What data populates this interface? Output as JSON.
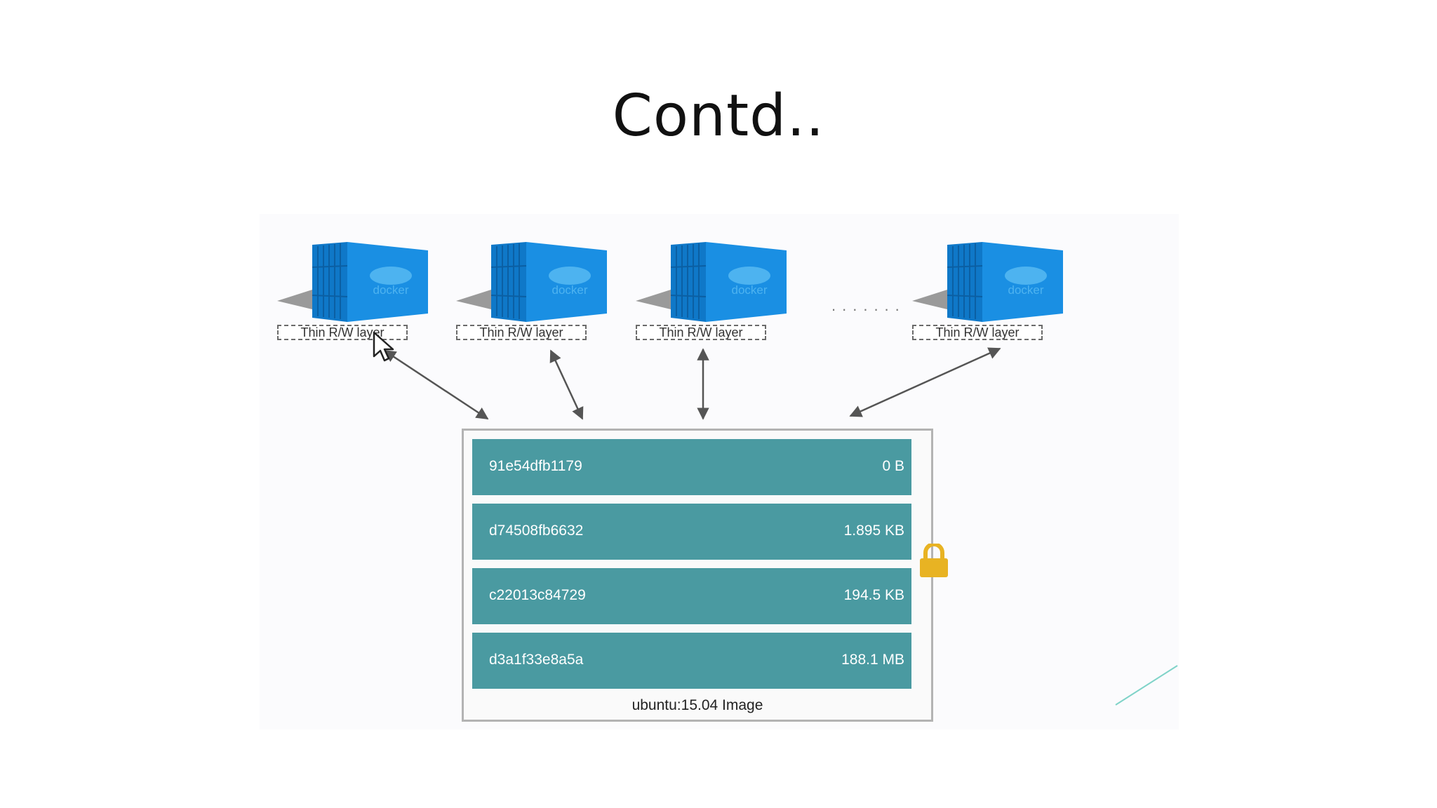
{
  "slide": {
    "title": "Contd.."
  },
  "containers": [
    {
      "logo_text": "docker",
      "label": "Thin R/W layer"
    },
    {
      "logo_text": "docker",
      "label": "Thin R/W layer"
    },
    {
      "logo_text": "docker",
      "label": "Thin R/W layer"
    },
    {
      "logo_text": "docker",
      "label": "Thin R/W layer"
    }
  ],
  "ellipsis": ".......",
  "image": {
    "caption": "ubuntu:15.04 Image",
    "layers": [
      {
        "id": "91e54dfb1179",
        "size": "0 B"
      },
      {
        "id": "d74508fb6632",
        "size": "1.895 KB"
      },
      {
        "id": "c22013c84729",
        "size": "194.5 KB"
      },
      {
        "id": "d3a1f33e8a5a",
        "size": "188.1 MB"
      }
    ]
  },
  "icons": {
    "lock": "lock-icon",
    "cursor": "mouse-pointer-icon",
    "container": "shipping-container-icon"
  },
  "colors": {
    "layer": "#4a9aa1",
    "container_blue": "#1a8fe3",
    "lock_gold": "#e8b323",
    "arrow": "#555555"
  }
}
